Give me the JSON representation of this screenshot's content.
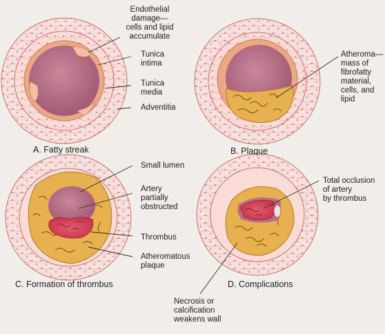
{
  "colors": {
    "background": "#f1eee9",
    "adventitia": "#f4dcd6",
    "media": "#f6d9d2",
    "intima": "#e9a582",
    "lumen": "#b76d86",
    "plaque": "#e7b14f",
    "thrombus": "#d9445a",
    "leader_line": "#2a2a2a"
  },
  "panels": {
    "a": {
      "caption": "A. Fatty streak",
      "labels": {
        "endothelial": "Endothelial\ndamage—\ncells and lipid\naccumulate",
        "tunica_intima": "Tunica\nintima",
        "tunica_media": "Tunica\nmedia",
        "adventitia": "Adventitia"
      }
    },
    "b": {
      "caption": "B. Plaque",
      "labels": {
        "atheroma": "Atheroma—\nmass of\nfibrofatty\nmaterial,\ncells, and\nlipid"
      }
    },
    "c": {
      "caption": "C. Formation of thrombus",
      "labels": {
        "small_lumen": "Small lumen",
        "artery_obstructed": "Artery\npartially\nobstructed",
        "thrombus": "Thrombus",
        "atheromatous_plaque": "Atheromatous\nplaque"
      }
    },
    "d": {
      "caption": "D. Complications",
      "labels": {
        "total_occlusion": "Total occlusion\nof artery\nby thrombus",
        "necrosis": "Necrosis or\ncalcification\nweakens wall"
      }
    }
  }
}
